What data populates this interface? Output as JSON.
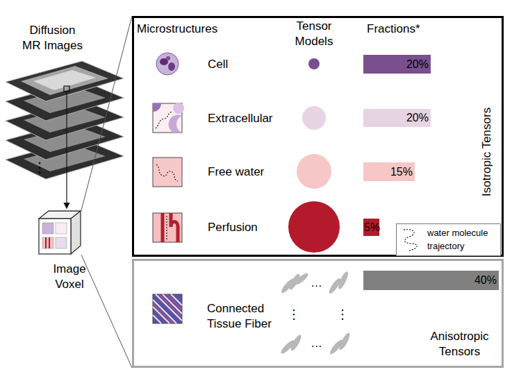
{
  "diagram": {
    "nodes": [
      {
        "text": [
          "Isotropic Tensors"
        ]
      },
      {
        "text": [
          "20%"
        ],
        "in": 0
      },
      {
        "text": [
          "20%"
        ],
        "in": 0
      },
      {
        "text": [
          "15%"
        ],
        "in": 0
      },
      {
        "text": [
          "5%"
        ],
        "in": 0
      },
      {
        "text": [
          "Image Voxel"
        ]
      },
      {
        "text": [
          "Anisotropic Tensors"
        ]
      },
      {
        "text": [
          "40%"
        ],
        "in": 6
      }
    ],
    "edges": [
      {
        "from": 5,
        "to": 0,
        "arrow": "none"
      },
      {
        "from": 5,
        "to": 6,
        "arrow": "none"
      }
    ],
    "labels": [
      "Diffusion MR Images",
      "⋮",
      "Microstructures",
      "Tensor Models",
      "Fractions*",
      "Cell",
      "Extracellular",
      "Free water",
      "Perfusion",
      "Connected Tissue Fiber",
      "…",
      "⋮",
      "⋮",
      "…"
    ],
    "legend": [
      {
        "text": "water molecule trajectory"
      }
    ]
  }
}
